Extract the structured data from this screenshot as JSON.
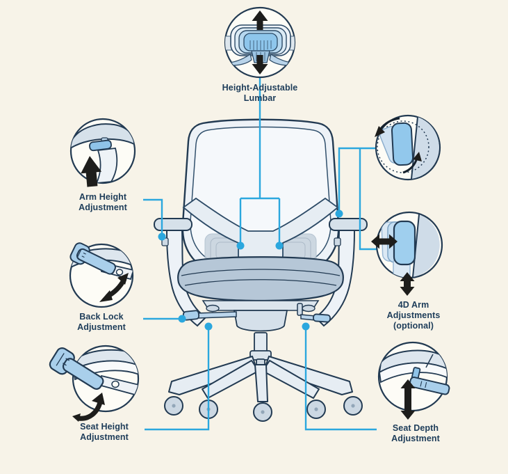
{
  "diagram_title": "Chair adjustment features diagram",
  "colors": {
    "background": "#f7f3e8",
    "callout_fill": "#fdfcf6",
    "outline_navy": "#223a52",
    "label_ink": "#1d3c59",
    "connector_blue": "#2ba7de",
    "arrow_black": "#1d1d1b",
    "lever_blue": "#a9cfeb",
    "pad_blue": "#92c8ec",
    "seat_gray_blue": "#b6c7d7",
    "chair_body": "#edf2f7"
  },
  "callouts": [
    {
      "id": "height-adjustable-lumbar",
      "lines": [
        "Height-Adjustable",
        "Lumbar"
      ],
      "motion_icon": "arrow-up-down"
    },
    {
      "id": "arm-height-adjustment",
      "lines": [
        "Arm Height",
        "Adjustment"
      ],
      "motion_icon": "arrow-up"
    },
    {
      "id": "back-lock-adjustment",
      "lines": [
        "Back Lock",
        "Adjustment"
      ],
      "motion_icon": "curved-double-arrow"
    },
    {
      "id": "seat-height-adjustment",
      "lines": [
        "Seat Height",
        "Adjustment"
      ],
      "motion_icon": "curved-rotate-arrow"
    },
    {
      "id": "4d-arm-adjustments",
      "lines": [
        "4D Arm",
        "Adjustments",
        "(optional)"
      ],
      "motion_icon": "arrow-left-right-and-up-down"
    },
    {
      "id": "seat-depth-adjustment",
      "lines": [
        "Seat Depth",
        "Adjustment"
      ],
      "motion_icon": "arrow-up-down"
    }
  ]
}
